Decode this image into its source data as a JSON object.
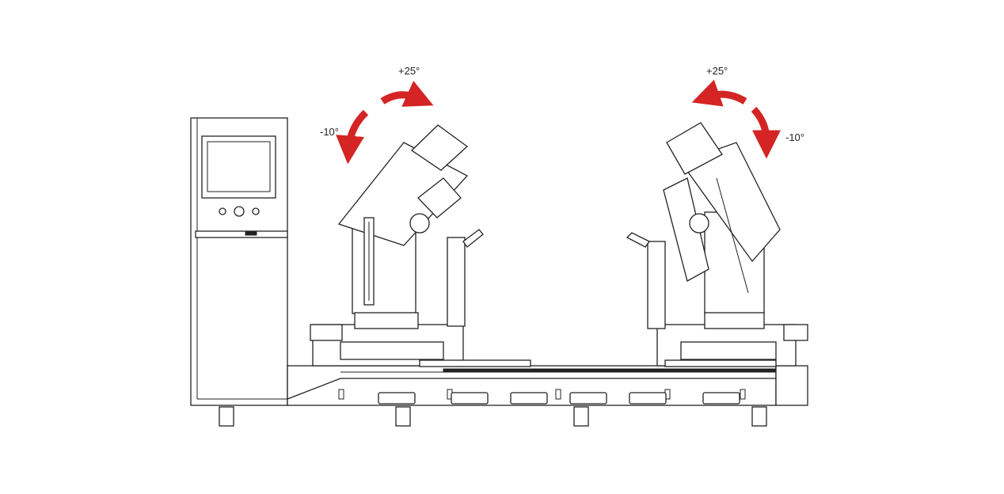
{
  "diagram": {
    "left_head": {
      "tilt_positive": "+25°",
      "tilt_negative": "-10°"
    },
    "right_head": {
      "tilt_positive": "+25°",
      "tilt_negative": "-10°"
    },
    "colors": {
      "arrow": "#d42424",
      "line": "#222222"
    }
  }
}
